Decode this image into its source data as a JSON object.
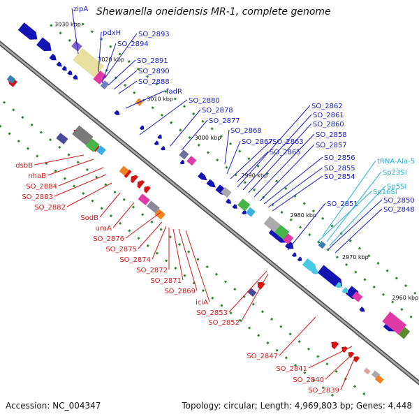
{
  "title": "Shewanella oneidensis MR-1, complete genome",
  "footer": {
    "accession": "Accession: NC_004347",
    "topology": "Topology: circular; Length: 4,969,803 bp; Genes: 4,448"
  },
  "colors": {
    "forward": "#1414b4",
    "reverse": "#d21414",
    "rna": "#46c8e6",
    "backbone": "#777777",
    "dots": "#2b8a2b"
  },
  "ticks": [
    "3030 kbp",
    "3020 kbp",
    "3010 kbp",
    "3000 kbp",
    "2990 kbp",
    "2980 kbp",
    "2970 kbp",
    "2960 kbp"
  ],
  "forward_genes": [
    "zipA",
    "pdxH",
    "SO_2893",
    "SO_2894",
    "SO_2891",
    "SO_2890",
    "SO_2888",
    "fadR",
    "SO_2880",
    "SO_2878",
    "SO_2877",
    "SO_2868",
    "SO_2867",
    "SO_2863",
    "SO_2865",
    "SO_2862",
    "SO_2861",
    "SO_2860",
    "SO_2858",
    "SO_2857",
    "SO_2856",
    "SO_2855",
    "SO_2854",
    "SO_2851",
    "SO_2850",
    "SO_2848"
  ],
  "rna_genes": [
    "tRNA-Ala-5",
    "Sp23SI",
    "Sp16SI",
    "Sp5SI"
  ],
  "reverse_genes": [
    "dsbB",
    "nhaB",
    "SO_2884",
    "SO_2883",
    "SO_2882",
    "SodB",
    "uraA",
    "SO_2876",
    "SO_2875",
    "SO_2874",
    "SO_2872",
    "SO_2871",
    "SO_2869",
    "iciA",
    "SO_2853",
    "SO_2852",
    "SO_2847",
    "SO_2841",
    "SO_2840",
    "SO_2839"
  ]
}
